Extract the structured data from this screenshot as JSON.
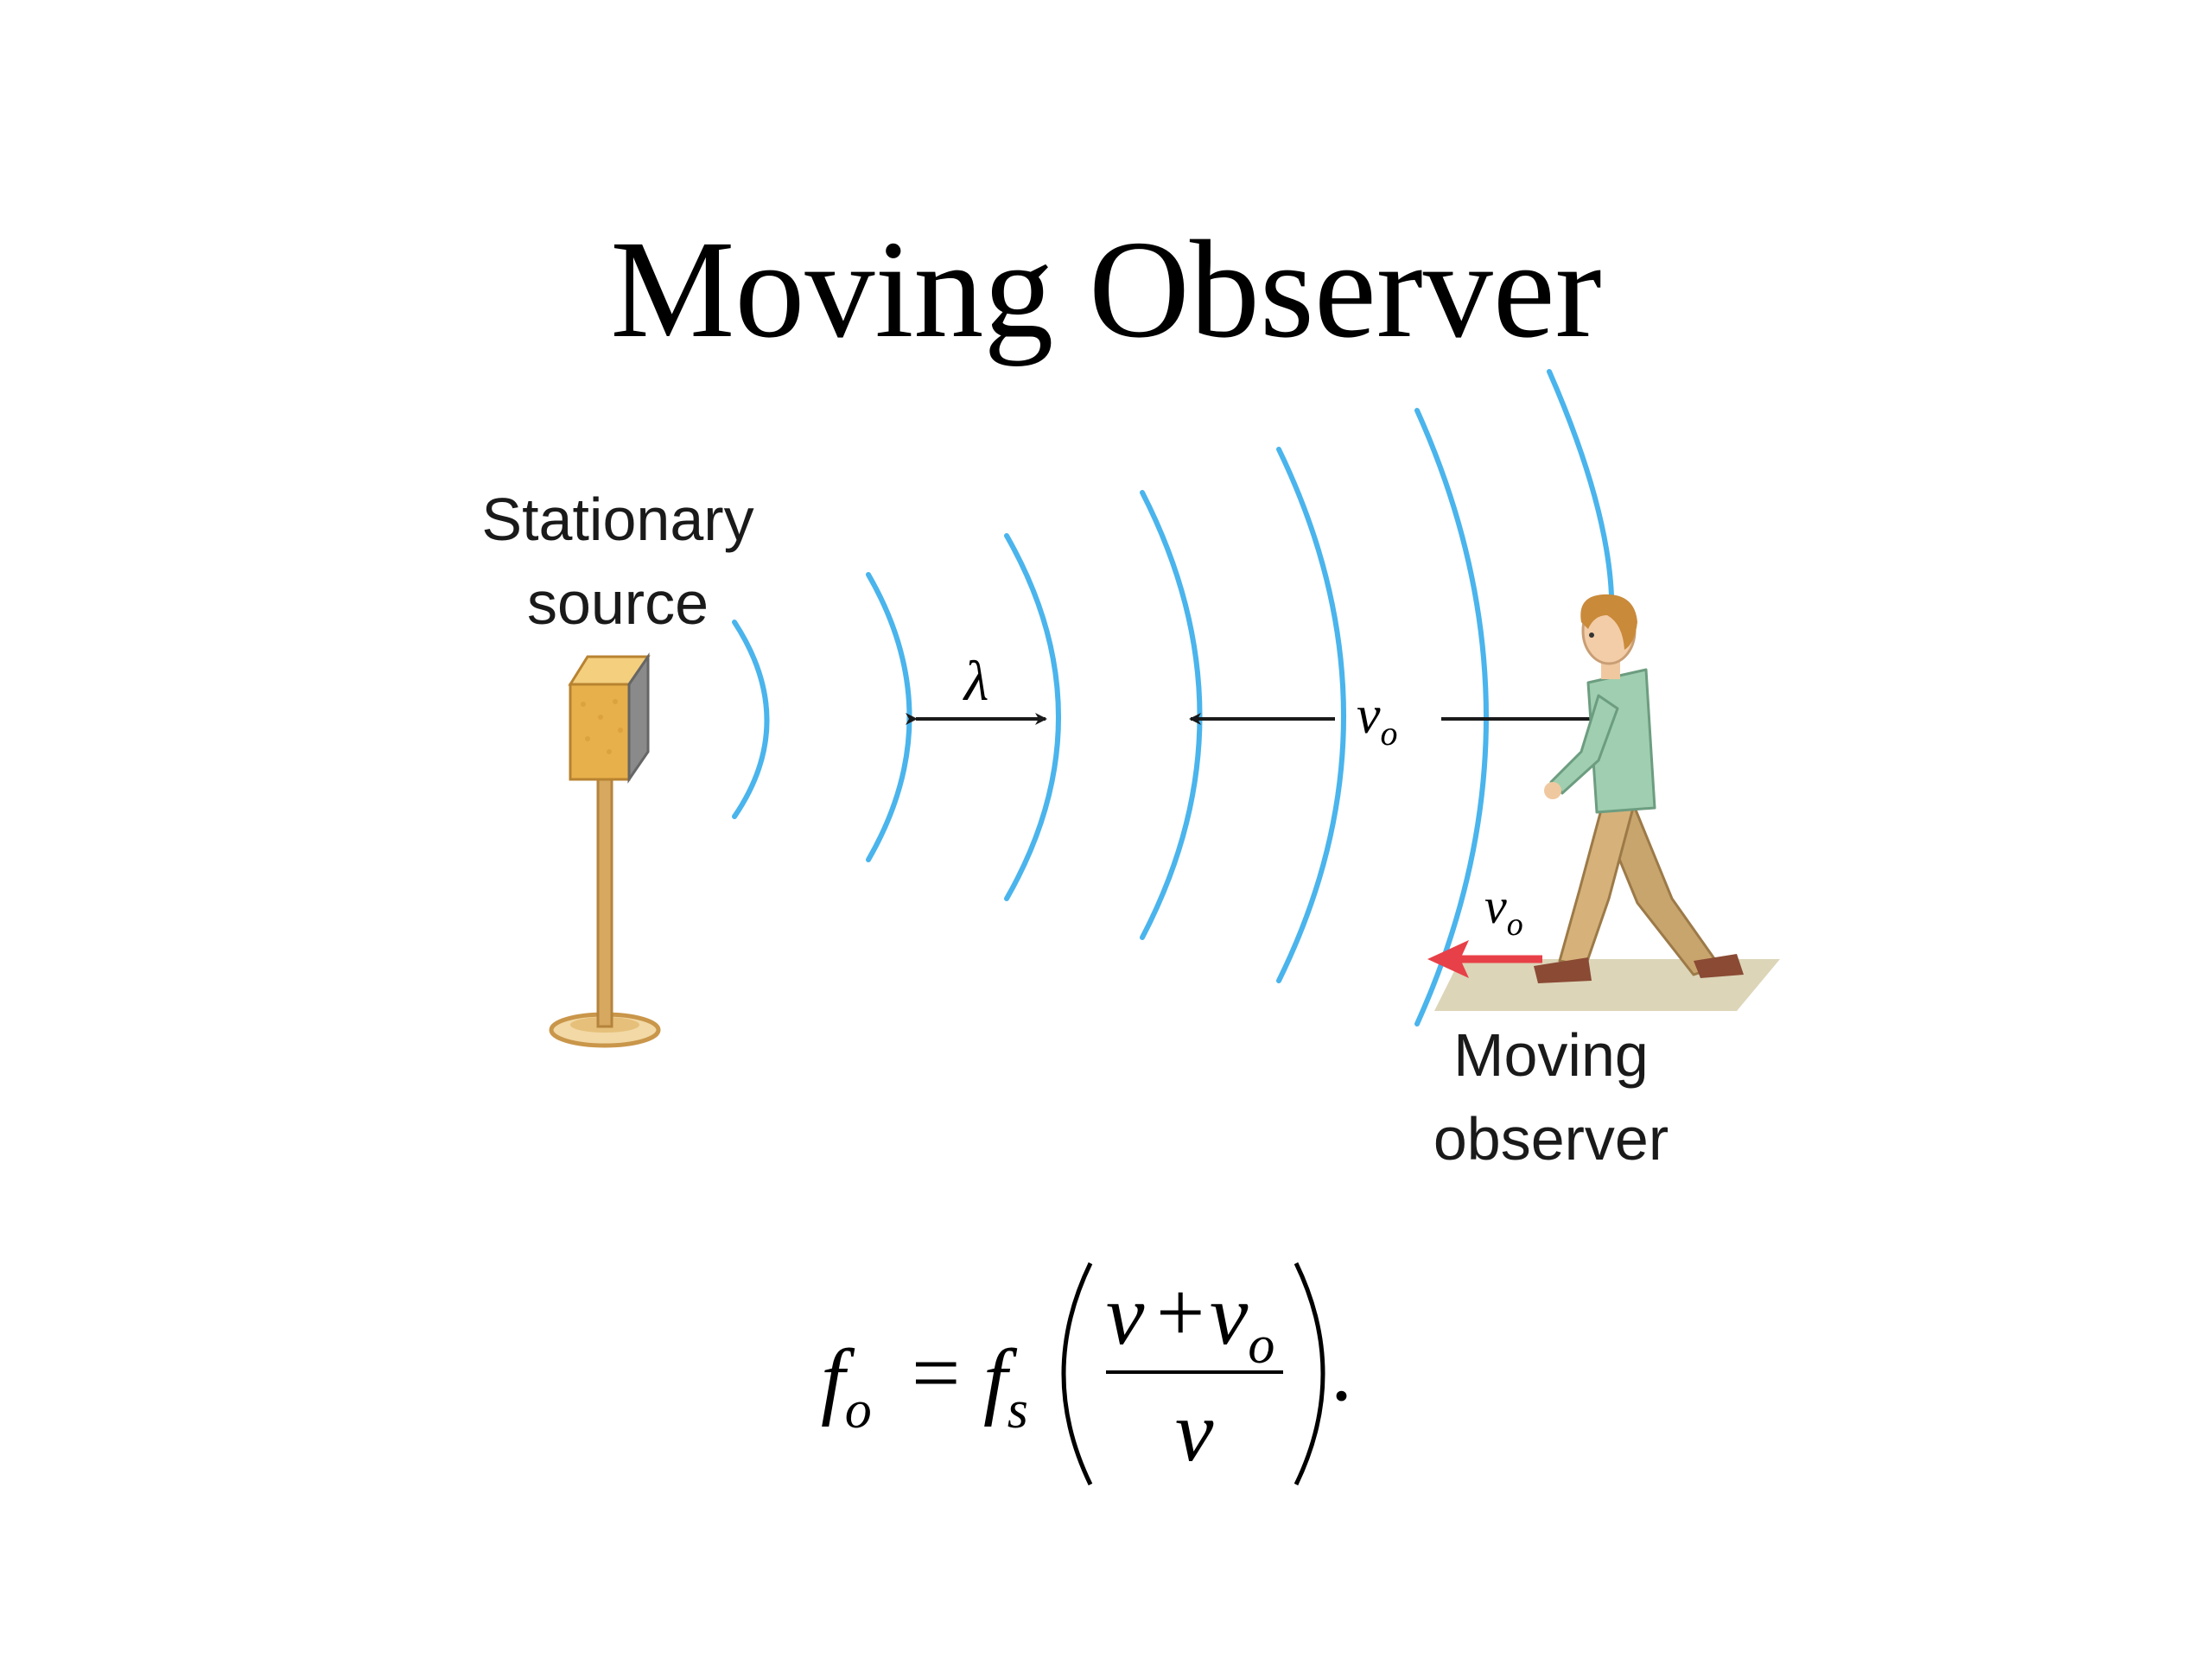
{
  "slide": {
    "title": "Moving Observer"
  },
  "diagram": {
    "source_label_line1": "Stationary",
    "source_label_line2": "source",
    "observer_label_line1": "Moving",
    "observer_label_line2": "observer",
    "wavelength_symbol": "λ",
    "observer_speed_symbol": "v",
    "observer_speed_subscript": "o",
    "wavefront_count": 7,
    "colors": {
      "wavefront": "#4ab4ec",
      "velocity_arrow": "#e84048",
      "speaker": "#e8b04a",
      "speaker_side": "#8a8a8a",
      "stand": "#d6a860",
      "shirt": "#9fcfb0",
      "trousers": "#d6b27a",
      "hair": "#c98a3a",
      "floor": "#d8d0b0"
    }
  },
  "equation": {
    "lhs_var": "f",
    "lhs_sub": "o",
    "equals": "=",
    "factor_var": "f",
    "factor_sub": "s",
    "num_v": "v",
    "num_plus": "+",
    "num_v2": "v",
    "num_v2_sub": "o",
    "den_v": "v",
    "trailing": "."
  }
}
